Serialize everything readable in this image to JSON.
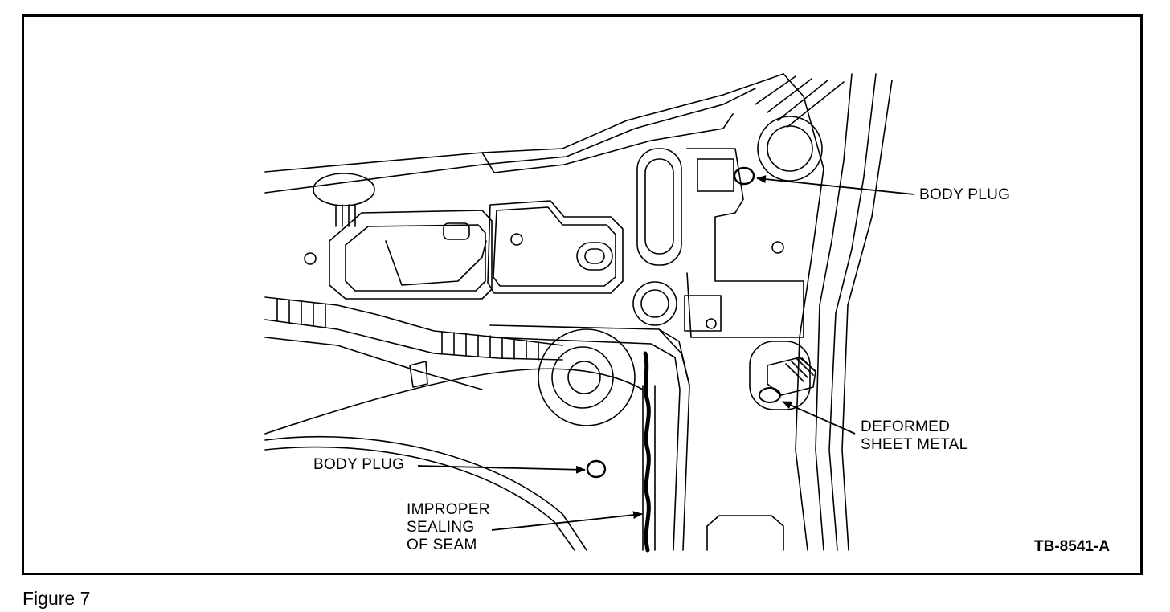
{
  "figure": {
    "caption": "Figure 7",
    "drawing_id": "TB-8541-A"
  },
  "callouts": {
    "body_plug_upper": "BODY PLUG",
    "body_plug_lower": "BODY PLUG",
    "deformed_sheet_metal": [
      "DEFORMED",
      "SHEET METAL"
    ],
    "improper_sealing": [
      "IMPROPER",
      "SEALING",
      "OF SEAM"
    ]
  },
  "colors": {
    "line": "#000000",
    "background": "#ffffff"
  }
}
